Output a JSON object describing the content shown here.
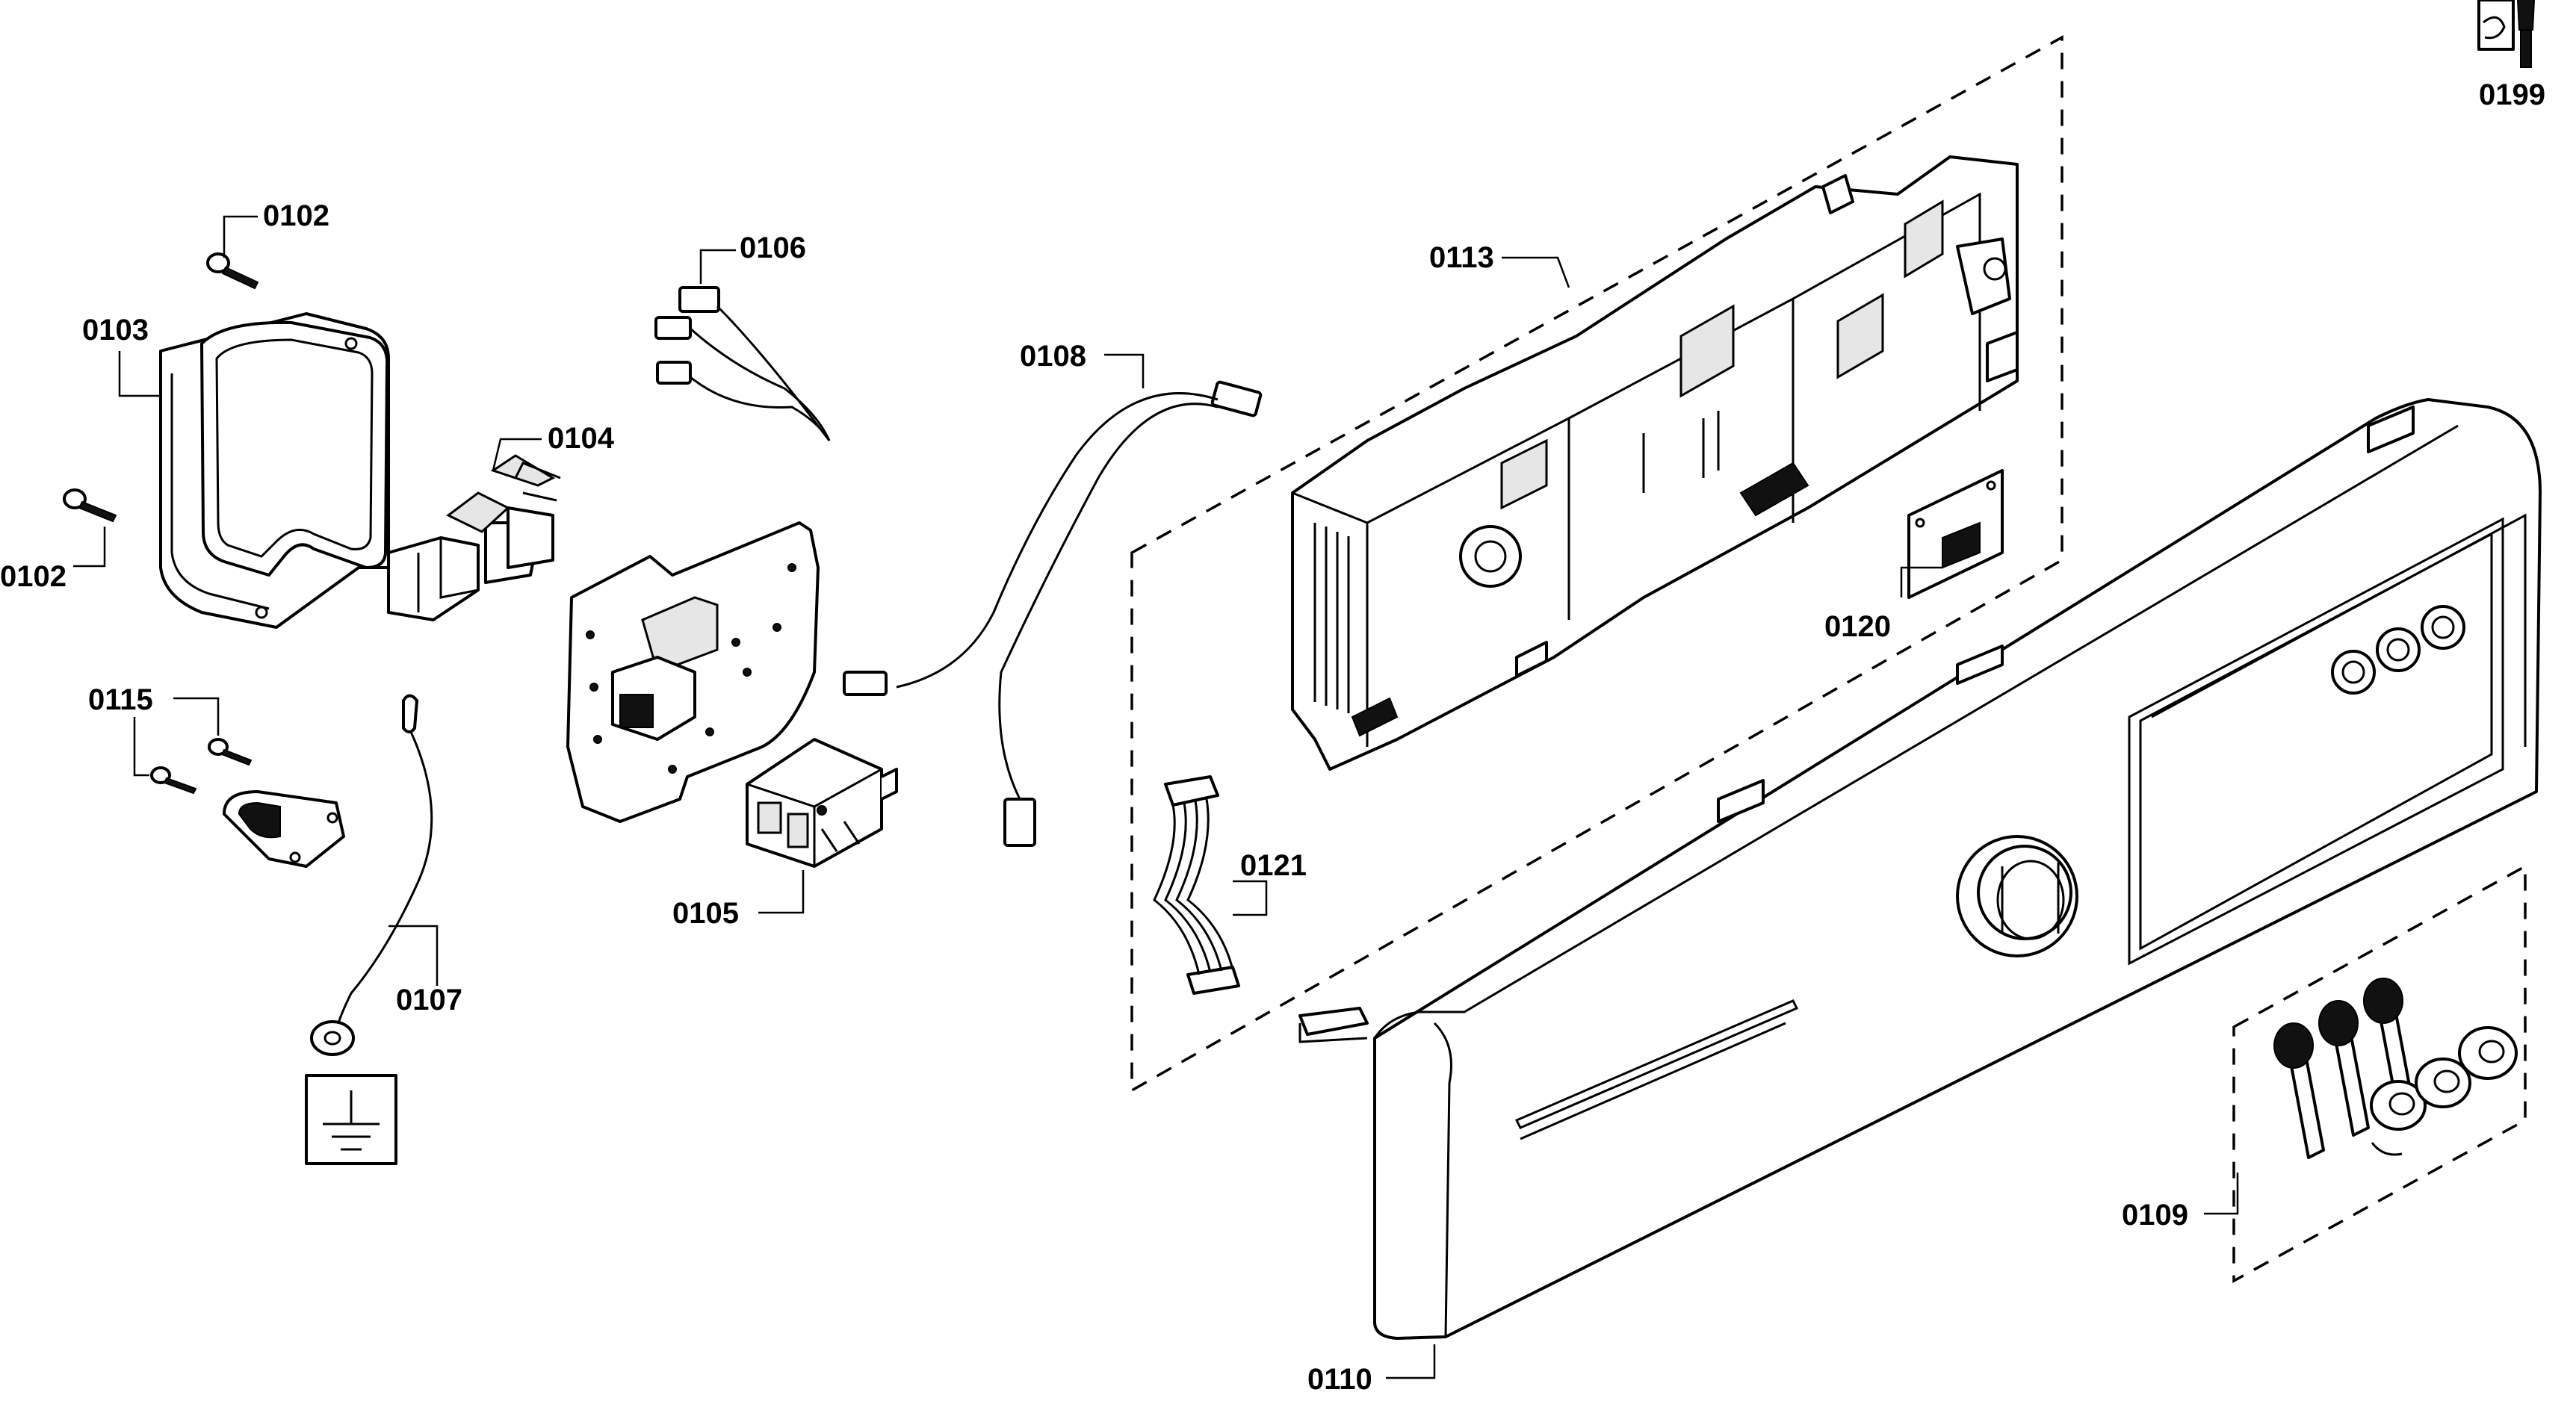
{
  "labels": {
    "p0102": "0102",
    "p0103": "0103",
    "p0104": "0104",
    "p0105": "0105",
    "p0106": "0106",
    "p0107": "0107",
    "p0108": "0108",
    "p0109": "0109",
    "p0110": "0110",
    "p0113": "0113",
    "p0115": "0115",
    "p0120": "0120",
    "p0121": "0121",
    "p0199": "0199"
  },
  "icons": {
    "ground": "ground-symbol-icon",
    "service": "service-tool-icon"
  }
}
